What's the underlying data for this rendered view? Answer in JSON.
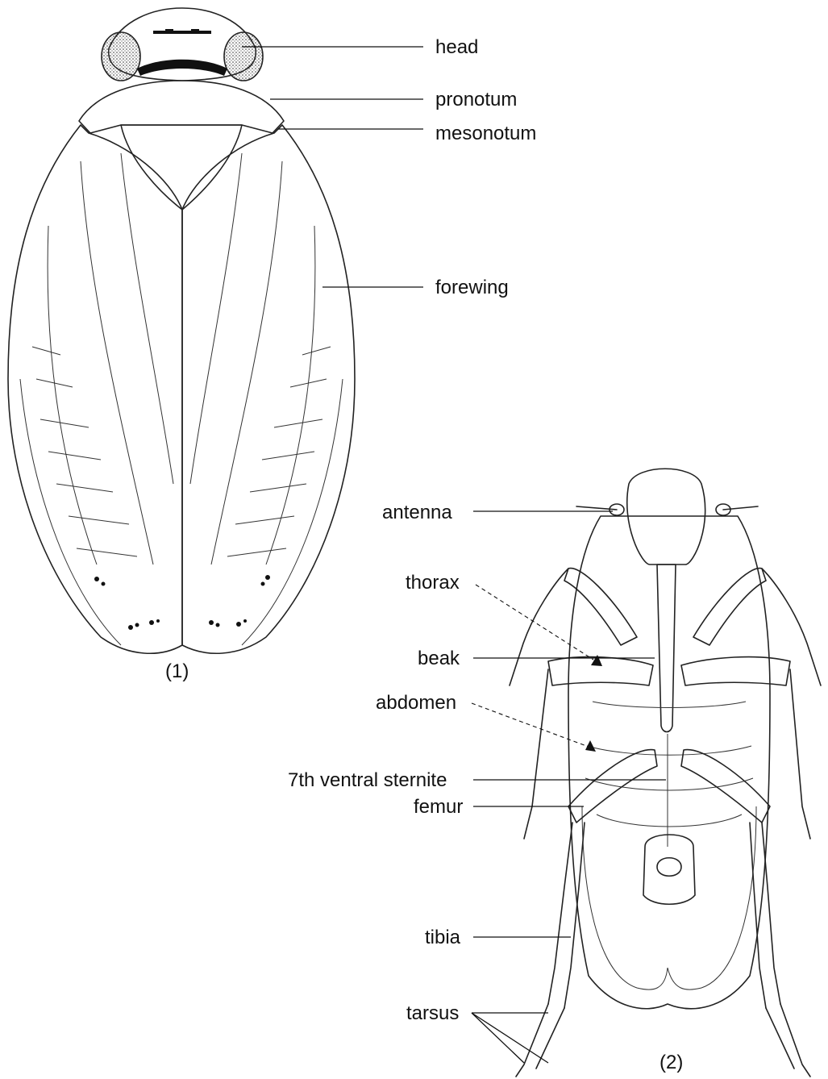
{
  "figure1": {
    "caption": "(1)",
    "labels": {
      "head": "head",
      "pronotum": "pronotum",
      "mesonotum": "mesonotum",
      "forewing": "forewing"
    }
  },
  "figure2": {
    "caption": "(2)",
    "labels": {
      "antenna": "antenna",
      "thorax": "thorax",
      "beak": "beak",
      "abdomen": "abdomen",
      "sternite": "7th ventral sternite",
      "femur": "femur",
      "tibia": "tibia",
      "tarsus": "tarsus"
    }
  }
}
